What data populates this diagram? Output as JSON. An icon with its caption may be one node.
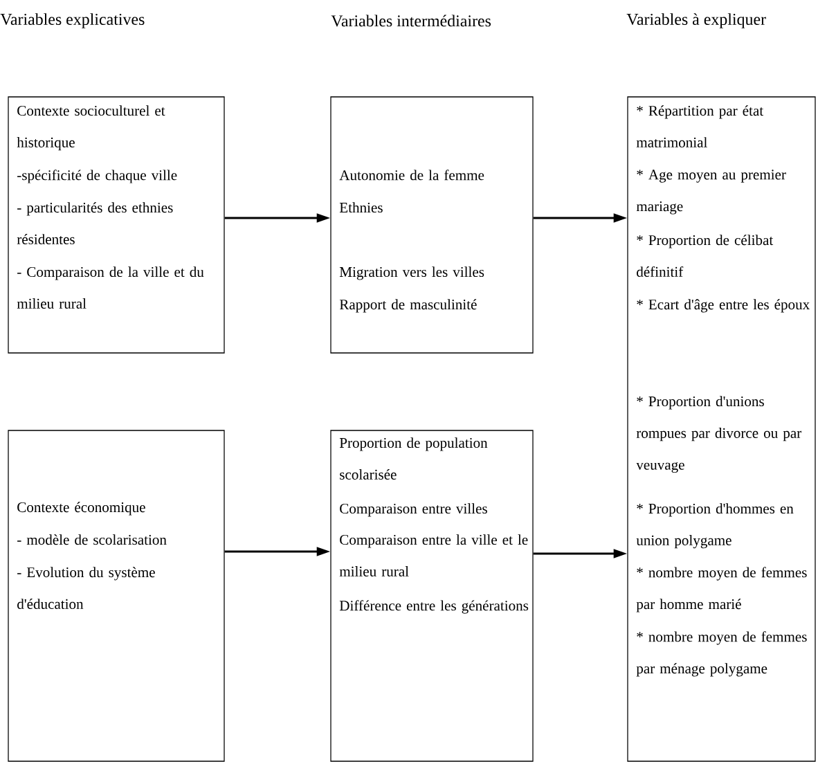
{
  "diagram": {
    "nodes": [
      {
        "text": [
          "Contexte socioculturel et historique",
          "-spécificité de chaque ville",
          "- particularités des ethnies résidentes",
          "- Comparaison de la ville et du milieu rural"
        ]
      },
      {
        "text": [
          "Autonomie de la femme",
          "Ethnies",
          "Migration vers les villes",
          "Rapport de masculinité"
        ]
      },
      {
        "text": [
          "* Répartition par état matrimonial",
          "* Age moyen au premier mariage",
          "* Proportion de célibat définitif",
          "* Ecart d'âge entre les époux",
          "* Proportion d'unions rompues par divorce ou par veuvage",
          "* Proportion d'hommes en union polygame",
          "* nombre moyen de femmes par homme marié",
          "* nombre moyen de femmes par ménage polygame"
        ]
      },
      {
        "text": [
          "Contexte économique",
          "- modèle de scolarisation",
          "- Evolution du système d'éducation"
        ]
      },
      {
        "text": [
          "Proportion de population scolarisée",
          "Comparaison entre villes",
          "Comparaison entre la ville et le milieu rural",
          "Différence entre les générations"
        ]
      }
    ],
    "edges": [
      {
        "from": 0,
        "to": 1,
        "arrow": "to"
      },
      {
        "from": 1,
        "to": 2,
        "arrow": "to"
      },
      {
        "from": 3,
        "to": 4,
        "arrow": "to"
      },
      {
        "from": 4,
        "to": 2,
        "arrow": "to"
      }
    ],
    "labels": [
      "Variables explicatives",
      "Variables intermédiaires",
      "Variables à expliquer"
    ]
  }
}
